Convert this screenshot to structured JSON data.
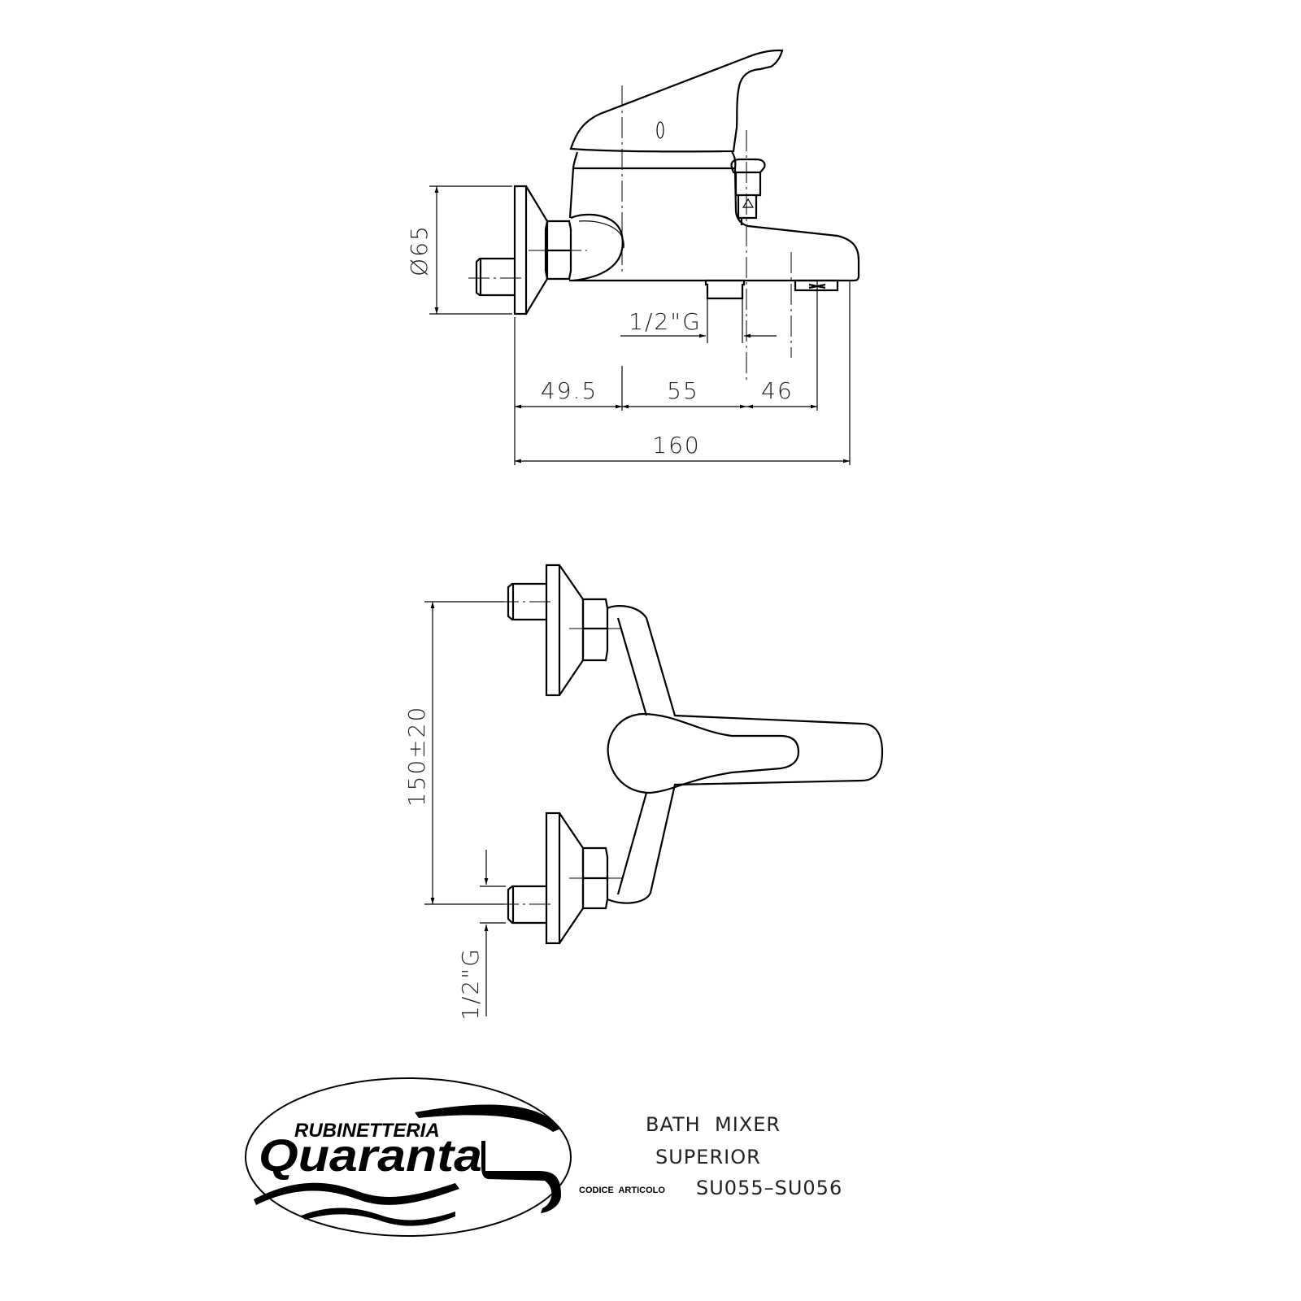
{
  "drawing": {
    "top_view": {
      "dimensions": {
        "diameter": "Ø65",
        "thread": "1/2\"G",
        "segment_1": "49.5",
        "segment_2": "55",
        "segment_3": "46",
        "overall": "160"
      }
    },
    "front_view": {
      "dimensions": {
        "centre_distance": "150±20",
        "thread": "1/2\"G"
      }
    }
  },
  "title_block": {
    "logo": {
      "line1": "RUBINETTERIA",
      "line2": "Quaranta"
    },
    "product_line1": "BATH  MIXER",
    "product_line2": "SUPERIOR",
    "code_label": "CODICE  ARTICOLO",
    "code_value": "SU055–SU056"
  },
  "colors": {
    "ink": "#000000",
    "background": "#ffffff"
  }
}
